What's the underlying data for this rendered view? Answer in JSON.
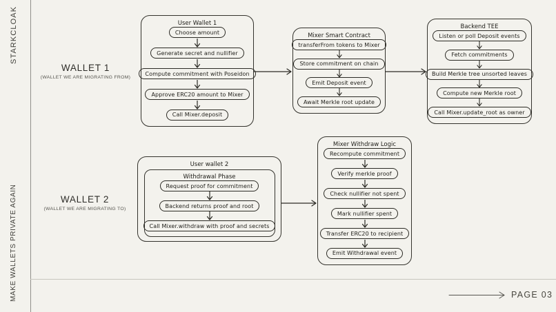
{
  "sidebar": {
    "brand": "STARKCLOAK",
    "tagline": "MAKE WALLETS PRIVATE AGAIN"
  },
  "wallet1": {
    "title": "WALLET 1",
    "subtitle": "(WALLET WE ARE MIGRATING FROM)"
  },
  "wallet2": {
    "title": "WALLET 2",
    "subtitle": "(WALLET WE ARE MIGRATING TO)"
  },
  "flows": {
    "user_wallet_1": {
      "title": "User Wallet 1",
      "steps": [
        "Choose amount",
        "Generate secret and nullifier",
        "Compute commitment with Poseidon",
        "Approve ERC20 amount to Mixer",
        "Call Mixer.deposit"
      ]
    },
    "mixer_smart_contract": {
      "title": "Mixer Smart Contract",
      "steps": [
        "transferFrom tokens to Mixer",
        "Store commitment on chain",
        "Emit Deposit event",
        "Await Merkle root update"
      ]
    },
    "backend_tee": {
      "title": "Backend TEE",
      "steps": [
        "Listen or poll Deposit events",
        "Fetch commitments",
        "Build Merkle tree unsorted leaves",
        "Compute new Merkle root",
        "Call Mixer.update_root as owner"
      ]
    },
    "user_wallet_2": {
      "title": "User wallet 2",
      "phase_title": "Withdrawal Phase",
      "steps": [
        "Request proof for commitment",
        "Backend returns proof and root",
        "Call Mixer.withdraw with proof and secrets"
      ]
    },
    "mixer_withdraw_logic": {
      "title": "Mixer Withdraw Logic",
      "steps": [
        "Recompute commitment",
        "Verify merkle proof",
        "Check nullifier not spent",
        "Mark nullifier spent",
        "Transfer ERC20 to recipient",
        "Emit Withdrawal event"
      ]
    }
  },
  "footer": {
    "page_label": "PAGE 03"
  },
  "colors": {
    "background": "#F3F2ED",
    "stroke": "#2B2A24",
    "sidebar_line": "#908F89",
    "divider": "#C7C6BF",
    "muted_text": "#48473F"
  }
}
